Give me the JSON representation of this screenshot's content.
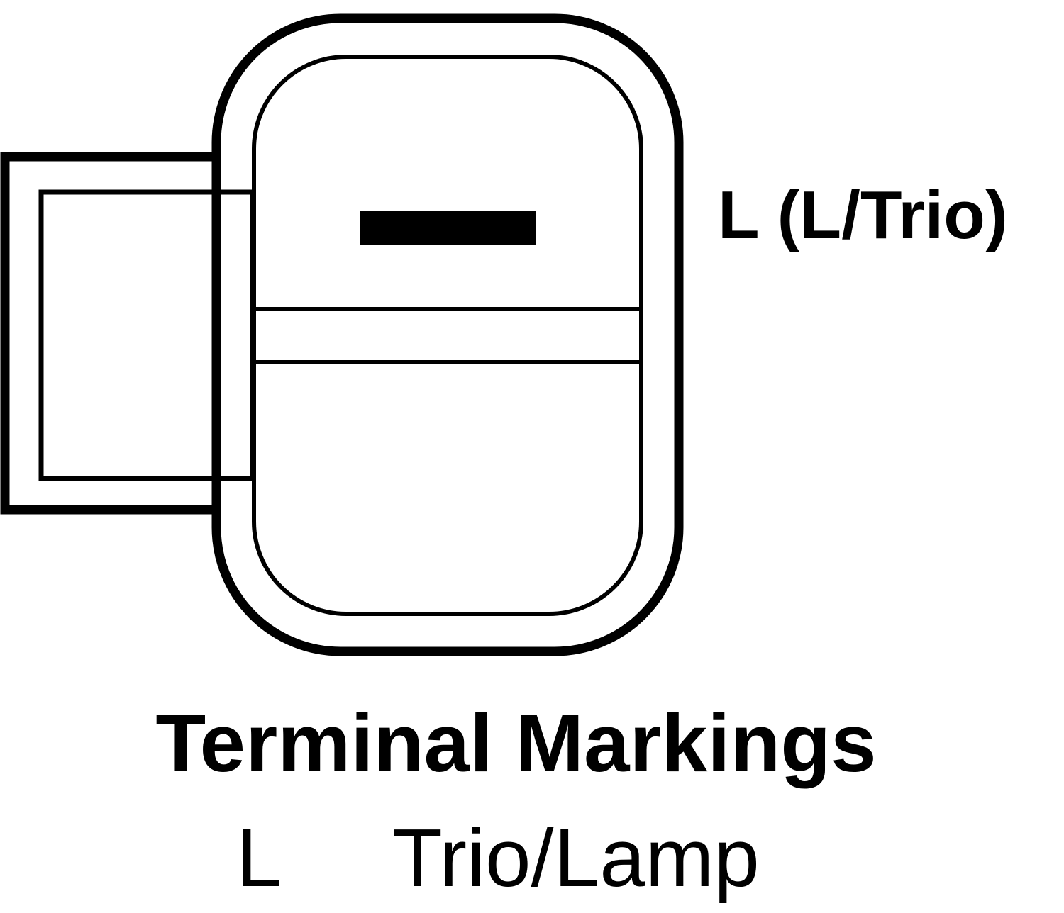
{
  "connector": {
    "pin_label": "L (L/Trio)"
  },
  "legend": {
    "title": "Terminal Markings",
    "entries": [
      {
        "code": "L",
        "description": "Trio/Lamp"
      }
    ]
  },
  "colors": {
    "stroke": "#000000",
    "background": "#ffffff"
  }
}
